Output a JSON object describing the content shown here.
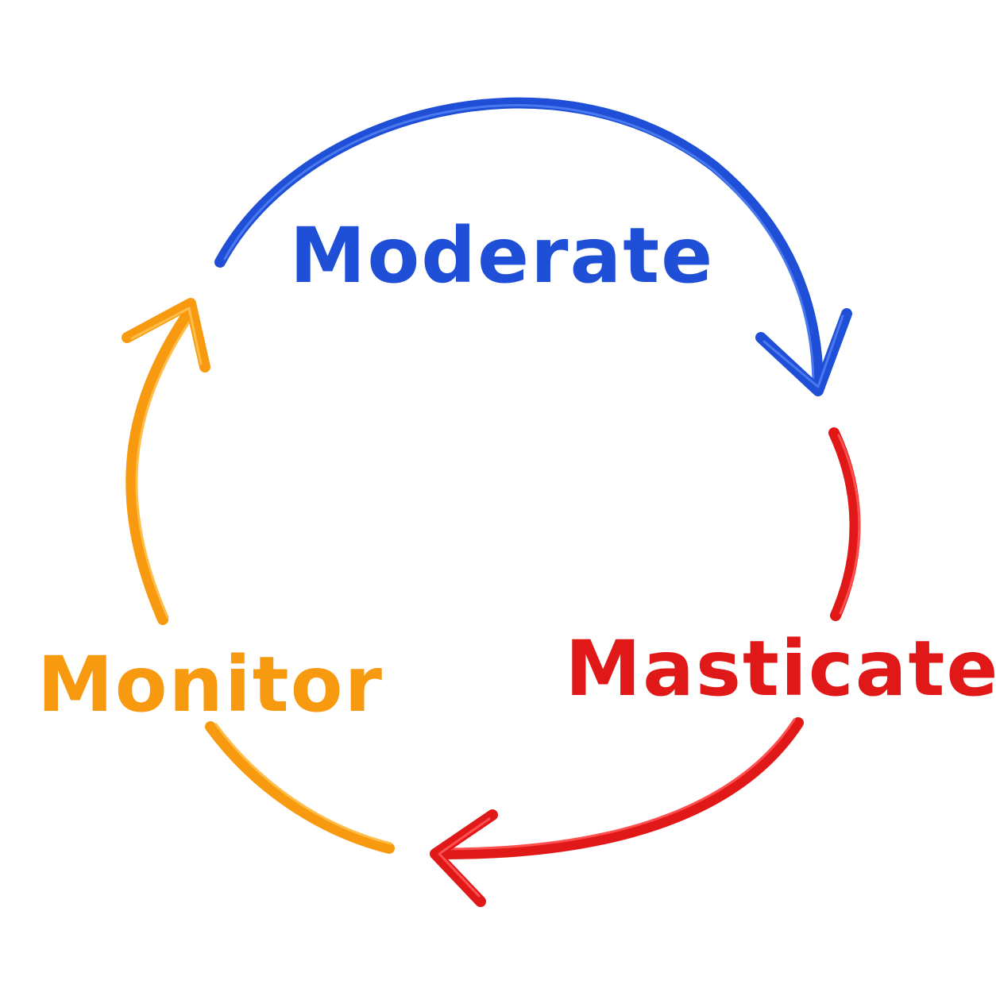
{
  "diagram": {
    "type": "cycle",
    "stages": [
      {
        "label": "Moderate",
        "color": "#1e4fd6"
      },
      {
        "label": "Masticate",
        "color": "#e01818"
      },
      {
        "label": "Monitor",
        "color": "#f79a0f"
      }
    ],
    "connectors": [
      {
        "from": "Moderate",
        "to": "Masticate",
        "color": "#1e4fd6"
      },
      {
        "from": "Masticate",
        "to": "Monitor",
        "color": "#e01818"
      },
      {
        "from": "Monitor",
        "to": "Moderate",
        "color": "#f79a0f"
      }
    ]
  }
}
